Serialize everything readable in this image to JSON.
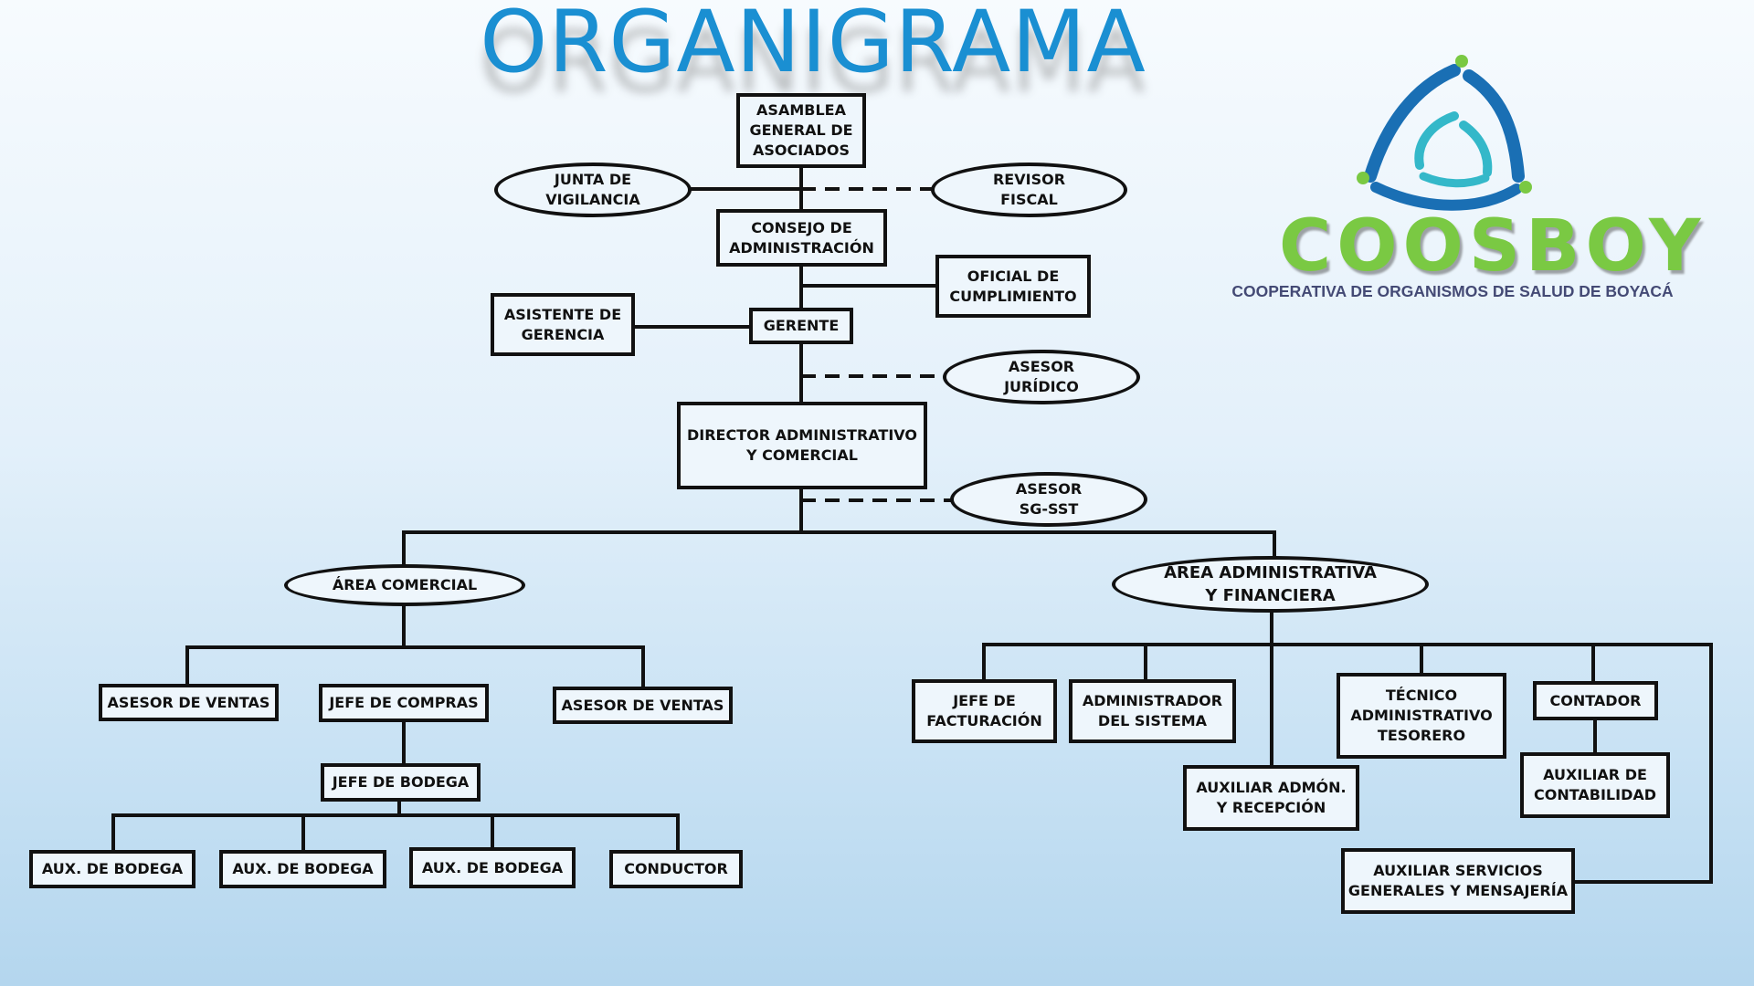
{
  "title": "ORGANIGRAMA",
  "logo": {
    "brand": "COOSBOY",
    "subtitle": "COOPERATIVA DE ORGANISMOS DE SALUD DE BOYACÁ",
    "colors": {
      "green": "#7ac943",
      "blue": "#1a6fb4",
      "teal": "#34b8c9",
      "navy": "#444a75"
    }
  },
  "nodes": {
    "asamblea": "ASAMBLEA\nGENERAL DE\nASOCIADOS",
    "junta": "JUNTA DE\nVIGILANCIA",
    "revisor": "REVISOR\nFISCAL",
    "consejo": "CONSEJO DE\nADMINISTRACIÓN",
    "oficial": "OFICIAL DE\nCUMPLIMIENTO",
    "asistente": "ASISTENTE DE\nGERENCIA",
    "gerente": "GERENTE",
    "asesor_juridico": "ASESOR\nJURÍDICO",
    "director": "DIRECTOR ADMINISTRATIVO\nY COMERCIAL",
    "asesor_sst": "ASESOR\nSG-SST",
    "area_comercial": "ÁREA COMERCIAL",
    "area_admin": "ÁREA ADMINISTRATIVA\nY FINANCIERA",
    "asesor_ventas_1": "ASESOR DE VENTAS",
    "jefe_compras": "JEFE DE COMPRAS",
    "asesor_ventas_2": "ASESOR DE VENTAS",
    "jefe_bodega": "JEFE DE BODEGA",
    "aux_bodega_1": "AUX. DE BODEGA",
    "aux_bodega_2": "AUX. DE BODEGA",
    "aux_bodega_3": "AUX. DE BODEGA",
    "conductor": "CONDUCTOR",
    "jefe_facturacion": "JEFE DE\nFACTURACIÓN",
    "admin_sistema": "ADMINISTRADOR\nDEL SISTEMA",
    "aux_admon": "AUXILIAR ADMÓN.\nY RECEPCIÓN",
    "tecnico": "TÉCNICO\nADMINISTRATIVO\nTESORERO",
    "contador": "CONTADOR",
    "aux_contabilidad": "AUXILIAR DE\nCONTABILIDAD",
    "aux_servicios": "AUXILIAR SERVICIOS\nGENERALES Y MENSAJERÍA"
  }
}
